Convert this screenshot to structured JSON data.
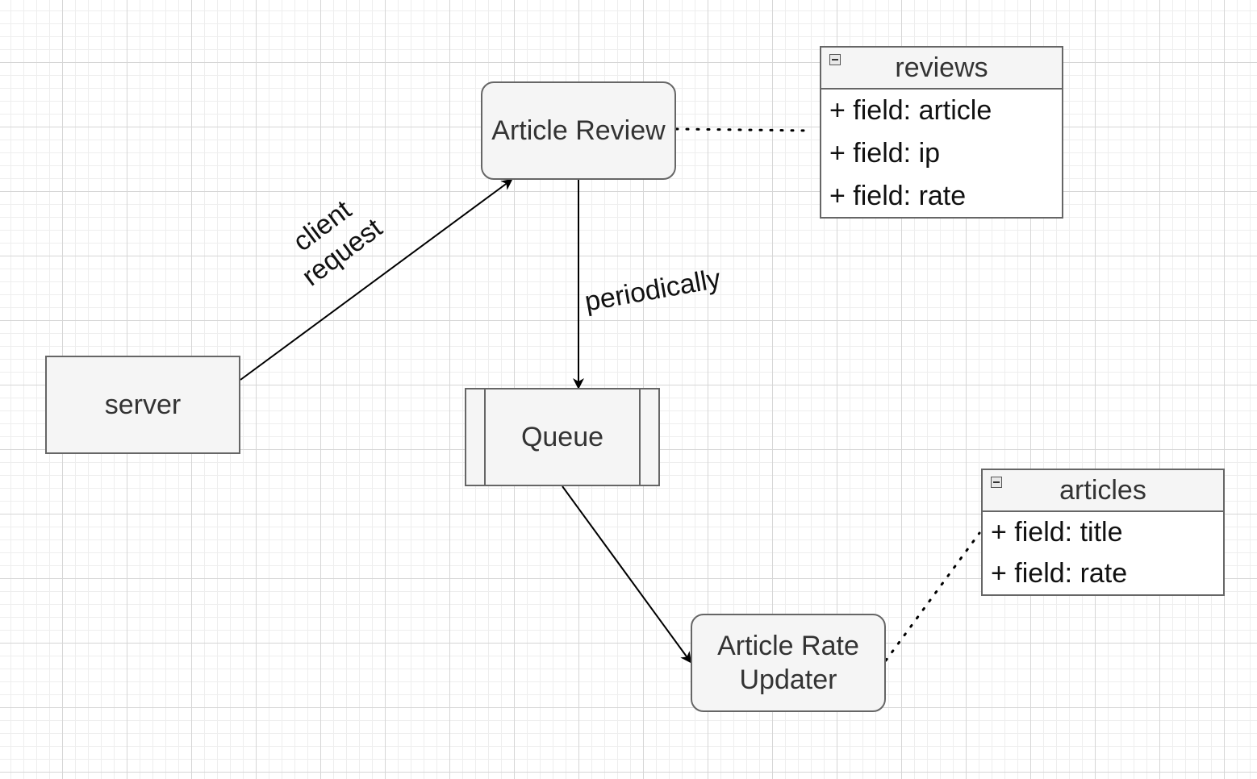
{
  "diagram": {
    "nodes": {
      "server": "server",
      "article_review": "Article Review",
      "queue": "Queue",
      "article_rate_updater": "Article Rate\nUpdater"
    },
    "edges": {
      "client_request": "client\nrequest",
      "periodically": "periodically"
    },
    "tables": {
      "reviews": {
        "title": "reviews",
        "fields": [
          "+ field: article",
          "+ field: ip",
          "+ field: rate"
        ]
      },
      "articles": {
        "title": "articles",
        "fields": [
          "+ field: title",
          "+ field: rate"
        ]
      }
    }
  },
  "colors": {
    "node_fill": "#f5f5f5",
    "node_stroke": "#666666",
    "grid": "#d6d6d6"
  }
}
